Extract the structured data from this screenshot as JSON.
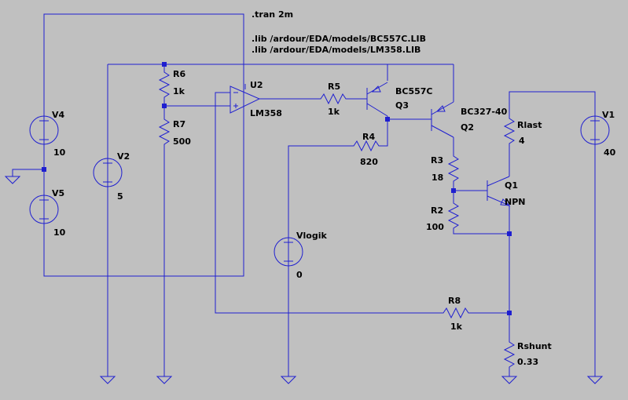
{
  "directives": {
    "tran": ".tran 2m",
    "lib1": ".lib /ardour/EDA/models/BC557C.LIB",
    "lib2": ".lib /ardour/EDA/models/LM358.LIB"
  },
  "components": {
    "V4": {
      "name": "V4",
      "value": "10"
    },
    "V5": {
      "name": "V5",
      "value": "10"
    },
    "V2": {
      "name": "V2",
      "value": "5"
    },
    "V1": {
      "name": "V1",
      "value": "40"
    },
    "Vlogik": {
      "name": "Vlogik",
      "value": "0"
    },
    "R6": {
      "name": "R6",
      "value": "1k"
    },
    "R7": {
      "name": "R7",
      "value": "500"
    },
    "R5": {
      "name": "R5",
      "value": "1k"
    },
    "R4": {
      "name": "R4",
      "value": "820"
    },
    "R3": {
      "name": "R3",
      "value": "18"
    },
    "R2": {
      "name": "R2",
      "value": "100"
    },
    "R8": {
      "name": "R8",
      "value": "1k"
    },
    "Rlast": {
      "name": "Rlast",
      "value": "4"
    },
    "Rshunt": {
      "name": "Rshunt",
      "value": "0.33"
    },
    "U2": {
      "name": "U2",
      "value": "LM358"
    },
    "Q3": {
      "name": "Q3",
      "value": "BC557C"
    },
    "Q2": {
      "name": "Q2",
      "value": "BC327-40"
    },
    "Q1": {
      "name": "Q1",
      "value": "NPN"
    }
  },
  "colors": {
    "background": "#c0c0c0",
    "wire": "#1f1fd0",
    "text": "#000000"
  }
}
